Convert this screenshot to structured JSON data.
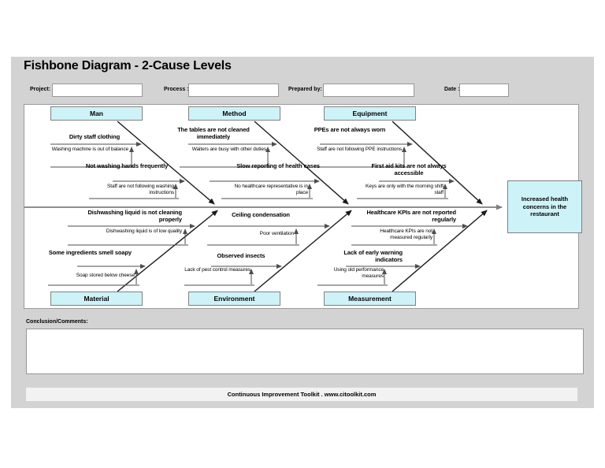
{
  "title": "Fishbone Diagram - 2-Cause Levels",
  "form": {
    "project_label": "Project:",
    "project_value": "",
    "process_label": "Process :",
    "process_value": "",
    "prepared_by_label": "Prepared by:",
    "prepared_by_value": "",
    "date_label": "Date :",
    "date_value": ""
  },
  "effect_label": "Increased health concerns in the restaurant",
  "categories": {
    "man": {
      "label": "Man",
      "causes": [
        {
          "label": "Dirty staff clothing",
          "sub": "Washing machine is out of balance"
        },
        {
          "label": "Not washing hands frequently",
          "sub": "Staff are not following washing instructions"
        }
      ]
    },
    "method": {
      "label": "Method",
      "causes": [
        {
          "label": "The tables are not cleaned immediately",
          "sub": "Waiters are busy with other duties"
        },
        {
          "label": "Slow reporting of health cases",
          "sub": "No healthcare representative is in place"
        }
      ]
    },
    "equipment": {
      "label": "Equipment",
      "causes": [
        {
          "label": "PPEs are not always worn",
          "sub": "Staff are not following PPE instructions"
        },
        {
          "label": "First aid kits are not always accessible",
          "sub": "Keys are only with the morning shift staff"
        }
      ]
    },
    "material": {
      "label": "Material",
      "causes": [
        {
          "label": "Dishwashing liquid is not cleaning properly",
          "sub": "Dishwashing liquid is of low quality"
        },
        {
          "label": "Some ingredients smell soapy",
          "sub": "Soap stored below cheese"
        }
      ]
    },
    "environment": {
      "label": "Environment",
      "causes": [
        {
          "label": "Ceiling condensation",
          "sub": "Poor ventilation"
        },
        {
          "label": "Observed insects",
          "sub": "Lack of pest control measures"
        }
      ]
    },
    "measurement": {
      "label": "Measurement",
      "causes": [
        {
          "label": "Healthcare KPIs are not reported regularly",
          "sub": "Healthcare KPIs are not measured regularly"
        },
        {
          "label": "Lack of early warning indicators",
          "sub": "Using old performance measures"
        }
      ]
    }
  },
  "conclusion": {
    "label": "Conclusion/Comments:",
    "value": ""
  },
  "footer_text": "Continuous Improvement Toolkit . www.citoolkit.com",
  "colors": {
    "page_panel": "#d3d3d3",
    "category_fill": "#cdf2f7",
    "category_border": "#808080",
    "diagram_border": "#9a9a9a",
    "footer_bg": "#f2f2f2",
    "bone_line": "#1a1a1a",
    "cause_line": "#4d4d4d",
    "spine_line": "#7f7f7f"
  }
}
